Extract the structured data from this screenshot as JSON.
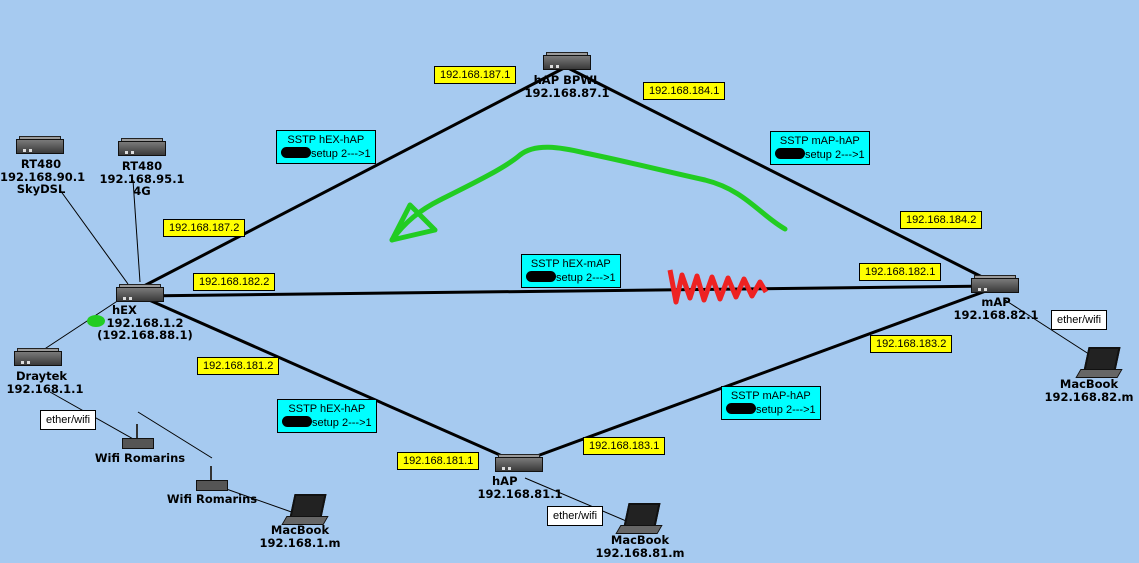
{
  "colors": {
    "background": "#a6caf0",
    "link": "#000000",
    "ip_label": "#ffff00",
    "tunnel_label": "#00ffff",
    "annotation_arrow": "#22cc22",
    "annotation_broken": "#ee2222"
  },
  "nodes": {
    "hap_bpwl": {
      "name": "hAP BPWL",
      "ip": "192.168.87.1",
      "icon": "router-icon"
    },
    "hex": {
      "name": "hEX",
      "ip": "192.168.1.2",
      "extra": "(192.168.88.1)",
      "icon": "router-icon"
    },
    "map": {
      "name": "mAP",
      "ip": "192.168.82.1",
      "icon": "router-icon"
    },
    "hap": {
      "name": "hAP",
      "ip": "192.168.81.1",
      "icon": "router-icon"
    },
    "rt480_sky": {
      "name": "RT480",
      "ip": "192.168.90.1",
      "extra": "SkyDSL",
      "icon": "router-icon"
    },
    "rt480_4g": {
      "name": "RT480",
      "ip": "192.168.95.1",
      "extra": "4G",
      "icon": "router-icon"
    },
    "draytek": {
      "name": "Draytek",
      "ip": "192.168.1.1",
      "icon": "router-icon"
    },
    "wifi_1": {
      "name": "Wifi Romarins",
      "icon": "access-point-icon"
    },
    "wifi_2": {
      "name": "Wifi Romarins",
      "icon": "access-point-icon"
    },
    "macbook_1": {
      "name": "MacBook",
      "ip": "192.168.1.m",
      "icon": "laptop-icon"
    },
    "macbook_81": {
      "name": "MacBook",
      "ip": "192.168.81.m",
      "icon": "laptop-icon"
    },
    "macbook_82": {
      "name": "MacBook",
      "ip": "192.168.82.m",
      "icon": "laptop-icon"
    }
  },
  "ip_labels": {
    "hap_bpwl_187": "192.168.187.1",
    "hap_bpwl_184": "192.168.184.1",
    "hex_187": "192.168.187.2",
    "map_184": "192.168.184.2",
    "hex_182": "192.168.182.2",
    "map_182": "192.168.182.1",
    "hex_181": "192.168.181.2",
    "map_183": "192.168.183.2",
    "hap_181": "192.168.181.1",
    "hap_183": "192.168.183.1"
  },
  "tunnels": {
    "hex_hap_top": {
      "name": "SSTP hEX-hAP",
      "setup": "setup 2--->1"
    },
    "map_hap_top": {
      "name": "SSTP mAP-hAP",
      "setup": "setup 2--->1"
    },
    "hex_map": {
      "name": "SSTP hEX-mAP",
      "setup": "setup 2--->1"
    },
    "hex_hap_bottom": {
      "name": "SSTP hEX-hAP",
      "setup": "setup 2--->1"
    },
    "map_hap_bottom": {
      "name": "SSTP mAP-hAP",
      "setup": "setup 2--->1"
    }
  },
  "notes": {
    "draytek_link": "ether/wifi",
    "hap_link": "ether/wifi",
    "map_link": "ether/wifi"
  }
}
